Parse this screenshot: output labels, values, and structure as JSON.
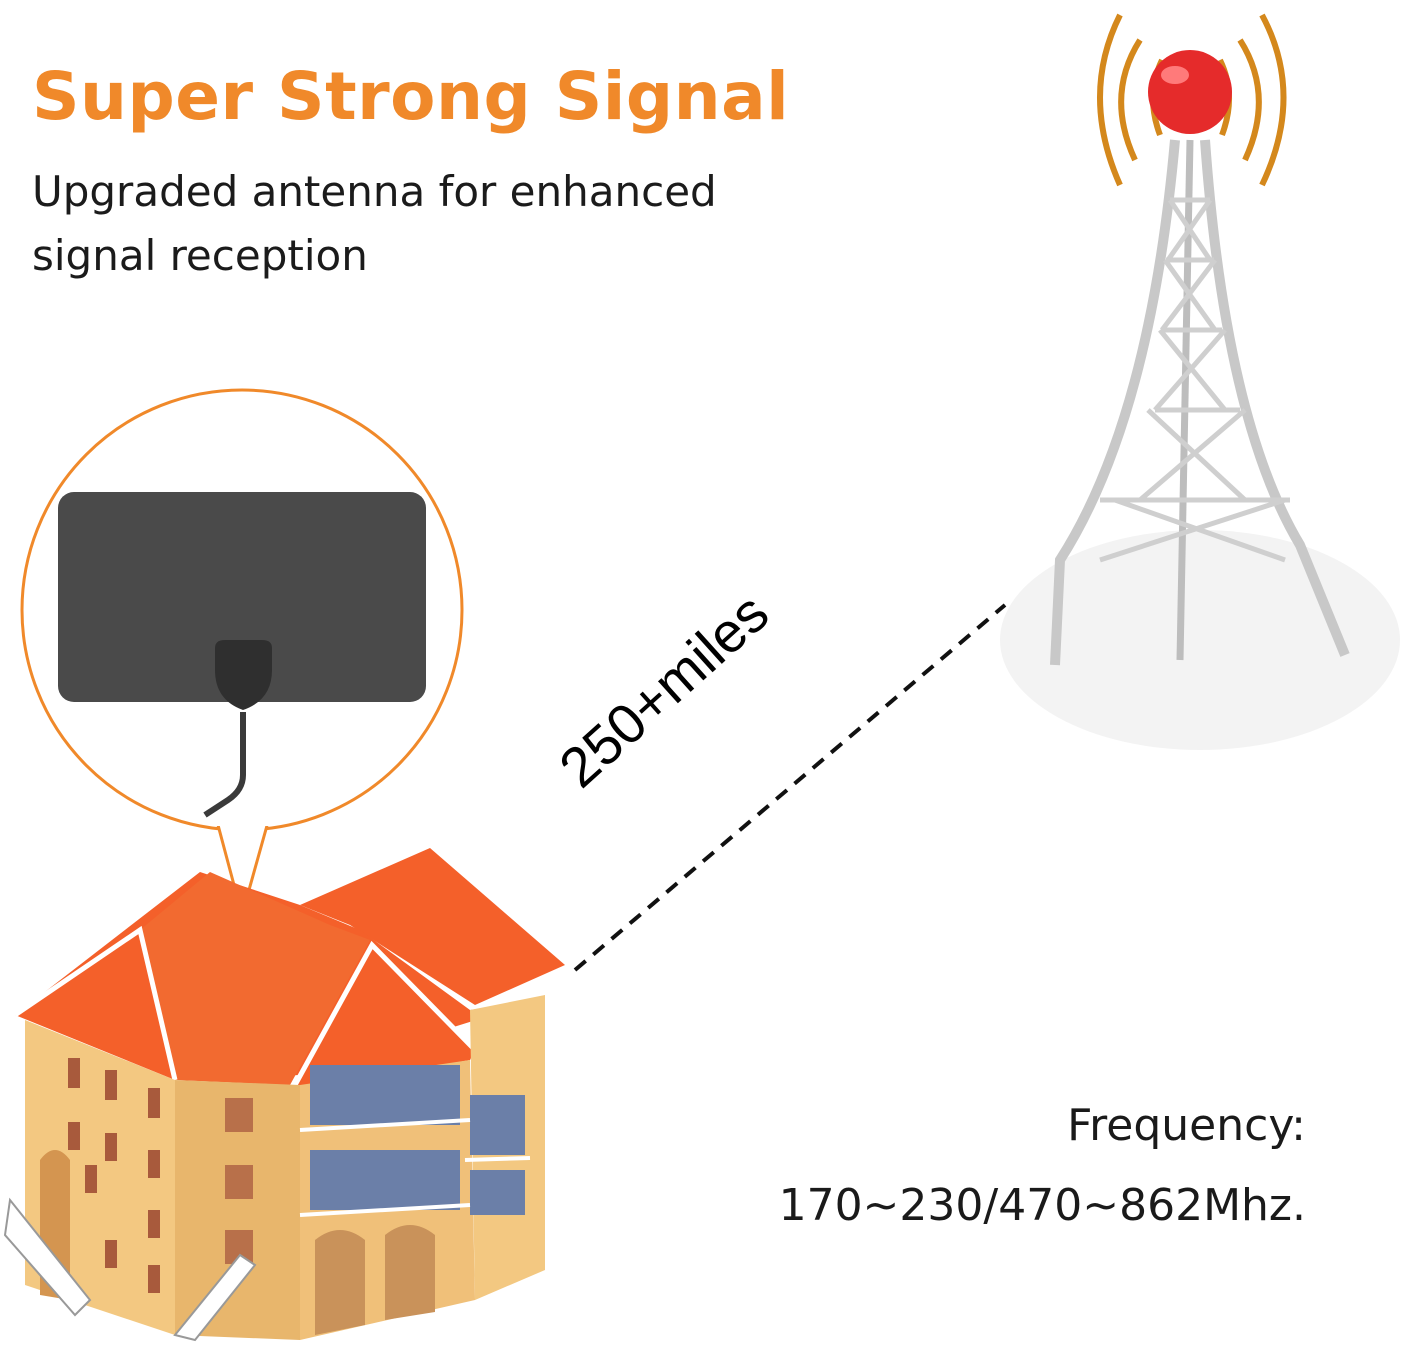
{
  "headline": "Super Strong Signal",
  "subheadline": "Upgraded antenna for enhanced signal reception",
  "distance_label": "250+miles",
  "frequency": {
    "label": "Frequency:",
    "value": "170~230/470~862Mhz."
  },
  "colors": {
    "accent": "#f0892a",
    "roof": "#f4602a",
    "wall": "#f3c881",
    "antenna": "#4a4a4a",
    "tower_beacon": "#e52b2b",
    "tower_frame": "#c8c8c8"
  },
  "icons": {
    "antenna": "flat-antenna-icon",
    "house": "house-icon",
    "tower": "broadcast-tower-icon"
  }
}
